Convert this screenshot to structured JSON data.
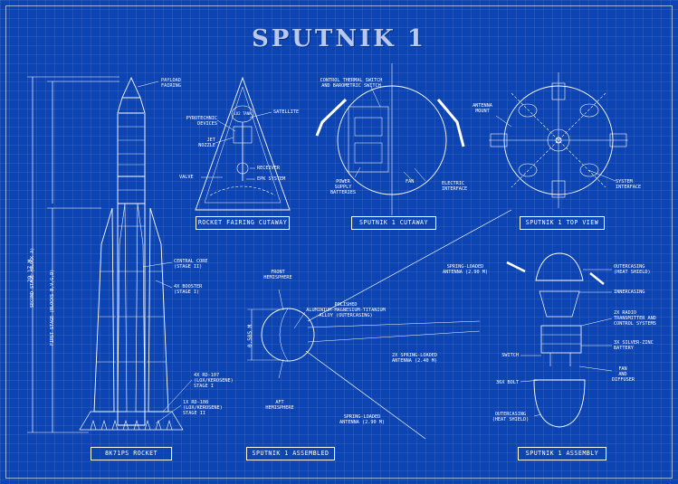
{
  "title": "SPUTNIK 1",
  "panels": {
    "rocket": "8K71PS ROCKET",
    "fairing": "ROCKET FAIRING CUTAWAY",
    "cutaway": "SPUTNIK 1 CUTAWAY",
    "top_view": "SPUTNIK 1 TOP VIEW",
    "assembled": "SPUTNIK 1 ASSEMBLED",
    "assembly": "SPUTNIK 1 ASSEMBLY"
  },
  "dimensions": {
    "total_height": "29.17 M",
    "second_stage": "SECOND STAGE (BLOCK A)",
    "first_stage": "FIRST STAGE (BLOCKS B,V,G,D)",
    "sphere_diameter": "0.585 M"
  },
  "rocket_labels": {
    "payload_fairing": "PAYLOAD\nFAIRING",
    "central_core": "CENTRAL CORE\n(STAGE II)",
    "booster": "4x BOOSTER\n(STAGE I)",
    "rd107": "4x RD-107\n(LOX/KEROSENE)\nSTAGE I",
    "rd108": "1x RD-108\n(LOX/KEROSENE)\nSTAGE II"
  },
  "fairing_labels": {
    "pyrotechnic": "PYROTECHNIC\nDEVICES",
    "jet_nozzle": "JET\nNOZZLE",
    "valve": "VALVE",
    "satellite": "SATELLITE",
    "receiver": "RECEIVER",
    "epk_system": "EPK SYSTEM",
    "inner_tag": "LO2 TANK"
  },
  "cutaway_labels": {
    "thermal_switch": "CONTROL THERMAL SWITCH\nAND BAROMETRIC SWITCH",
    "power_supply": "POWER\nSUPPLY\nBATTERIES",
    "fan": "FAN",
    "electric_interface": "ELECTRIC\nINTERFACE"
  },
  "top_view_labels": {
    "antenna_mount": "ANTENNA\nMOUNT",
    "system_interface": "SYSTEM\nINTERFACE"
  },
  "assembled_labels": {
    "front_hemisphere": "FRONT\nHEMISPHERE",
    "alloy": "POLISHED\nALUMINIUM-MAGNESIUM-TITANIUM\nALLOY (OUTERCASING)",
    "aft_hemisphere": "AFT\nHEMISPHERE",
    "antenna_top": "SPRING-LOADED\nANTENNA (2.90 M)",
    "antenna_mid": "2x SPRING-LOADED\nANTENNA (2.40 M)",
    "antenna_bottom": "SPRING-LOADED\nANTENNA (2.90 M)"
  },
  "assembly_labels": {
    "outercasing_top": "OUTERCASING\n(HEAT SHIELD)",
    "innercasing": "INNERCASING",
    "radio": "2x RADIO\nTRANSMITTER AND\nCONTROL SYSTEMS",
    "battery": "3x SILVER-ZINC\nBATTERY",
    "switch": "SWITCH",
    "bolt": "36x BOLT",
    "fan_diffuser": "FAN\nAND\nDIFFUSER",
    "outercasing_bottom": "OUTERCASING\n(HEAT SHIELD)"
  },
  "colors": {
    "background": "#0c44b3",
    "line": "#ffffff"
  }
}
